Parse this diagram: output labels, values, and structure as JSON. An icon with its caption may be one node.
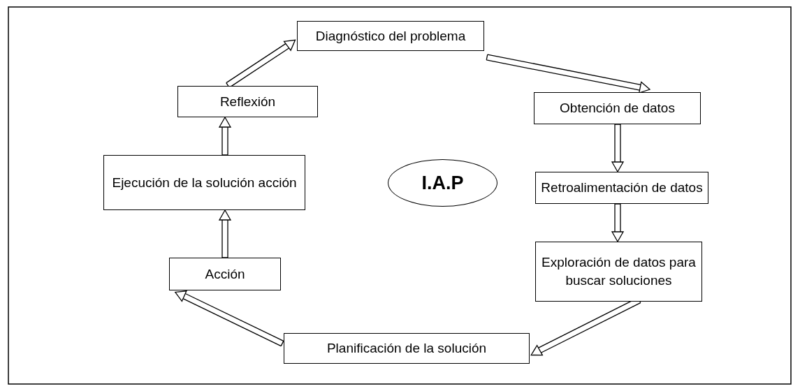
{
  "diagram": {
    "nodes": [
      {
        "text": [
          "Diagnóstico del problema"
        ]
      },
      {
        "text": [
          "Obtención de datos"
        ]
      },
      {
        "text": [
          "Retroalimentación de datos"
        ]
      },
      {
        "text": [
          "Exploración de datos para buscar soluciones"
        ]
      },
      {
        "text": [
          "Planificación de la solución"
        ]
      },
      {
        "text": [
          "Acción"
        ]
      },
      {
        "text": [
          "Ejecución de la solución acción"
        ]
      },
      {
        "text": [
          "Reflexión"
        ]
      },
      {
        "text": [
          "I.A.P"
        ]
      }
    ],
    "edges": [
      {
        "from": 0,
        "to": 1,
        "arrow": "to"
      },
      {
        "from": 1,
        "to": 2,
        "arrow": "to"
      },
      {
        "from": 2,
        "to": 3,
        "arrow": "to"
      },
      {
        "from": 3,
        "to": 4,
        "arrow": "to"
      },
      {
        "from": 4,
        "to": 5,
        "arrow": "to"
      },
      {
        "from": 5,
        "to": 6,
        "arrow": "to"
      },
      {
        "from": 6,
        "to": 7,
        "arrow": "to"
      },
      {
        "from": 7,
        "to": 0,
        "arrow": "to"
      }
    ]
  }
}
